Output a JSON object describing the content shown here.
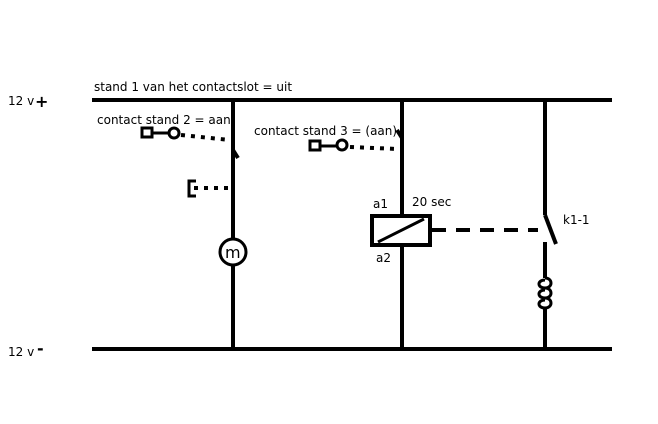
{
  "labels": {
    "rail_top_voltage": "12 v",
    "rail_top_sign": "+",
    "rail_bottom_voltage": "12 v",
    "rail_bottom_sign": "-",
    "top_note": "stand 1 van het contactslot = uit",
    "contact_2": "contact stand 2 = aan",
    "contact_3": "contact stand 3 = (aan)",
    "relay_a1": "a1",
    "relay_a2": "a2",
    "relay_timer": "20 sec",
    "relay_contact": "k1-1",
    "motor": "m"
  }
}
